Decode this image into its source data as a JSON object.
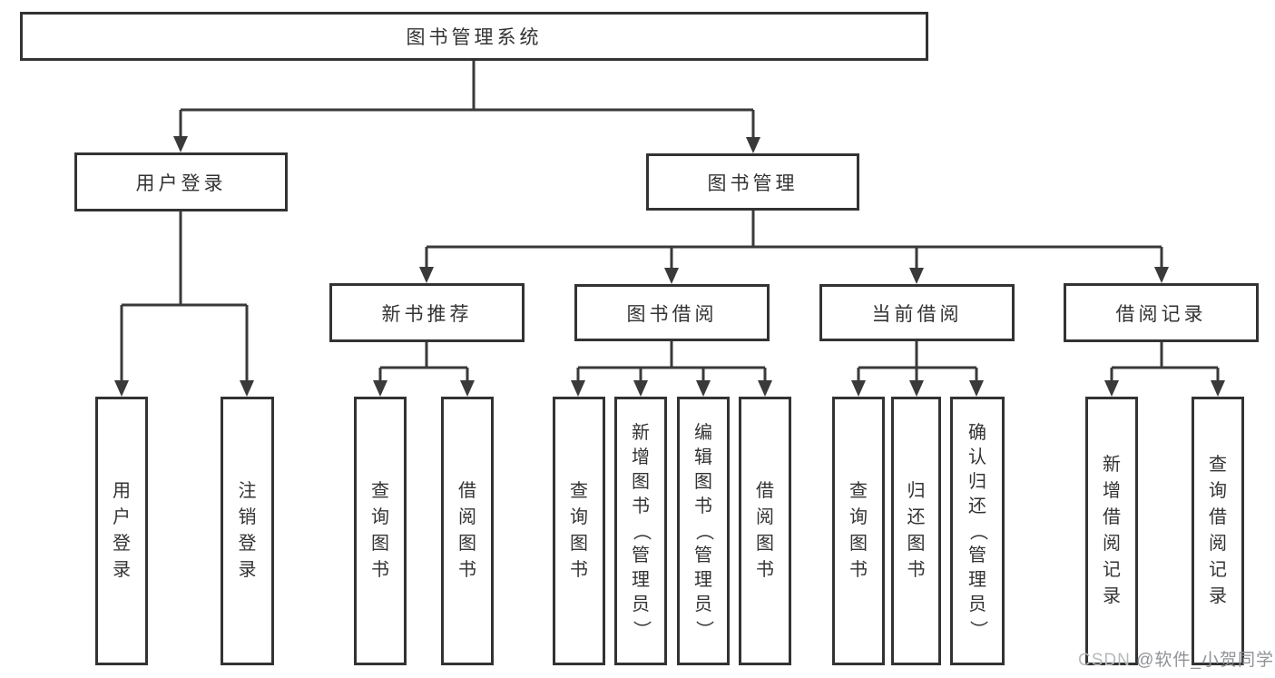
{
  "diagram": {
    "root": "图书管理系统",
    "level2": {
      "user_login": "用户登录",
      "book_management": "图书管理"
    },
    "level3": {
      "new_book_recommend": "新书推荐",
      "book_borrow": "图书借阅",
      "current_borrow": "当前借阅",
      "borrow_records": "借阅记录"
    },
    "login_children": [
      "用户登录",
      "注销登录"
    ],
    "newbook_children": [
      "查询图书",
      "借阅图书"
    ],
    "borrow_children": [
      "查询图书",
      "新增图书（管理员）",
      "编辑图书（管理员）",
      "借阅图书"
    ],
    "current_children": [
      "查询图书",
      "归还图书",
      "确认归还（管理员）"
    ],
    "records_children": [
      "新增借阅记录",
      "查询借阅记录"
    ]
  },
  "watermark": {
    "prefix": "CSDN",
    "author": " @软件_小贺同学"
  }
}
